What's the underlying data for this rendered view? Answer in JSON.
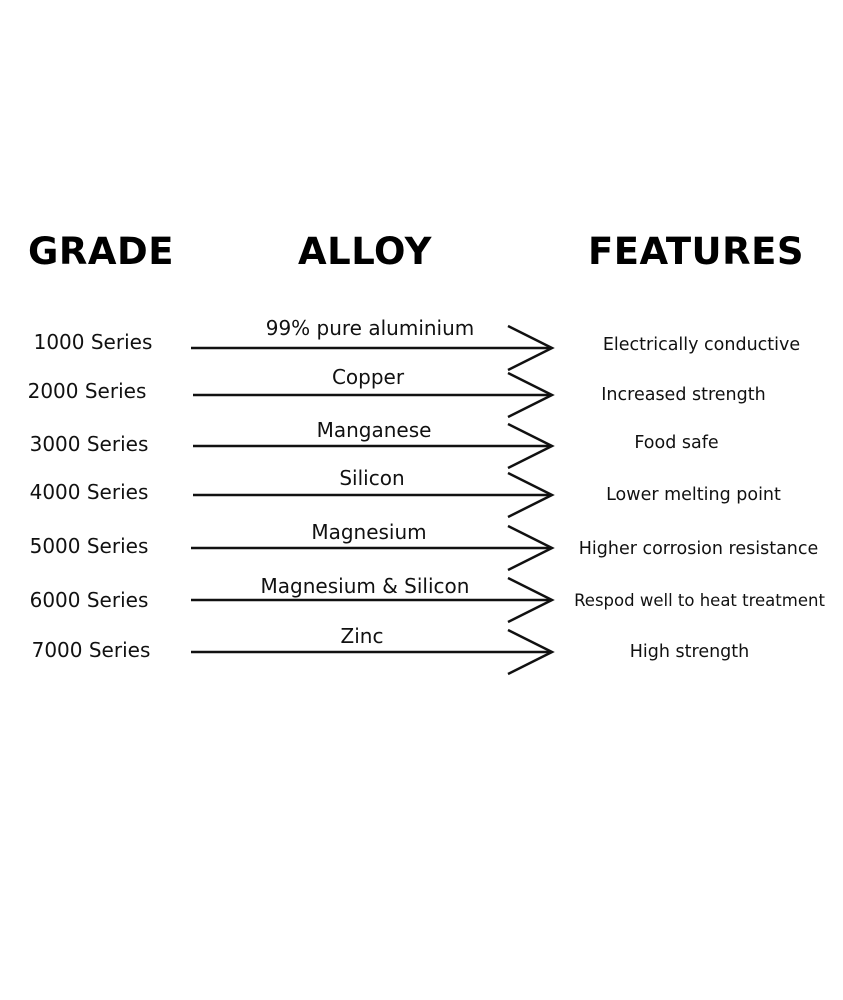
{
  "headers": {
    "grade": "GRADE",
    "alloy": "ALLOY",
    "features": "FEATURES"
  },
  "colors": {
    "text": "#000000",
    "arrow": "#111111",
    "background": "#ffffff"
  },
  "rows": [
    {
      "grade": "1000 Series",
      "alloy": "99% pure aluminium",
      "feature": "Electrically conductive"
    },
    {
      "grade": "2000 Series",
      "alloy": "Copper",
      "feature": "Increased strength"
    },
    {
      "grade": "3000 Series",
      "alloy": "Manganese",
      "feature": "Food safe"
    },
    {
      "grade": "4000 Series",
      "alloy": "Silicon",
      "feature": "Lower melting point"
    },
    {
      "grade": "5000 Series",
      "alloy": "Magnesium",
      "feature": "Higher corrosion resistance"
    },
    {
      "grade": "6000 Series",
      "alloy": "Magnesium & Silicon",
      "feature": "Respod well to heat treatment"
    },
    {
      "grade": "7000 Series",
      "alloy": "Zinc",
      "feature": "High strength"
    }
  ]
}
